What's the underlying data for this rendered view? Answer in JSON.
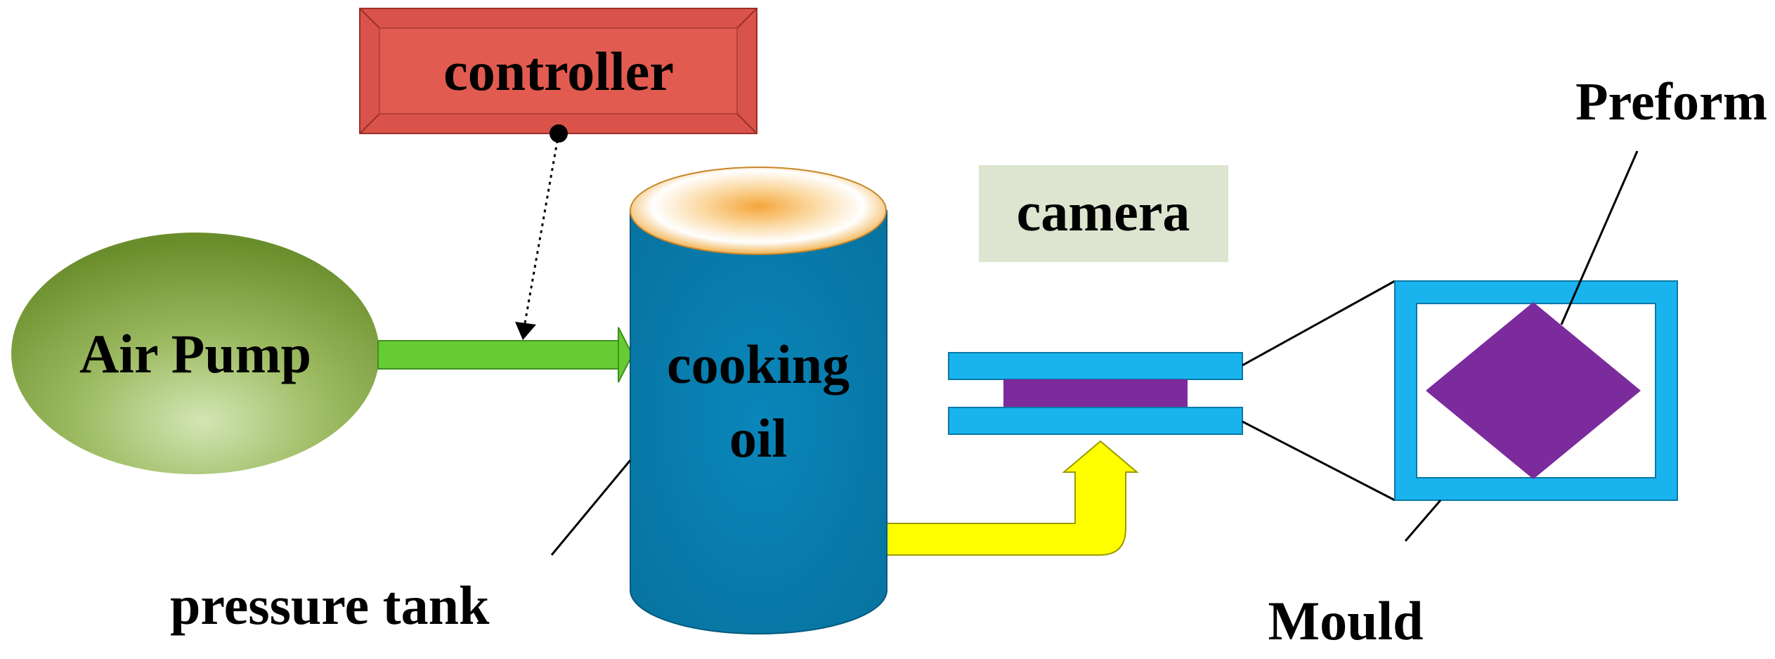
{
  "diagram": {
    "labels": {
      "controller": "controller",
      "air_pump": "Air Pump",
      "tank_line1": "cooking",
      "tank_line2": "oil",
      "camera": "camera",
      "pressure_tank": "pressure tank",
      "preform": "Preform",
      "mould": "Mould"
    },
    "colors": {
      "controller_fill": "#d9534a",
      "air_pump_dark": "#6d8f2c",
      "air_pump_light": "#c8dca4",
      "tank_body": "#0a82b5",
      "tank_top_center": "#f4b24a",
      "camera_bg": "#dde5d0",
      "green_arrow": "#66cc33",
      "yellow_pipe": "#ffff00",
      "mould_blue": "#19b4ee",
      "preform_purple": "#7b2b9c"
    }
  }
}
